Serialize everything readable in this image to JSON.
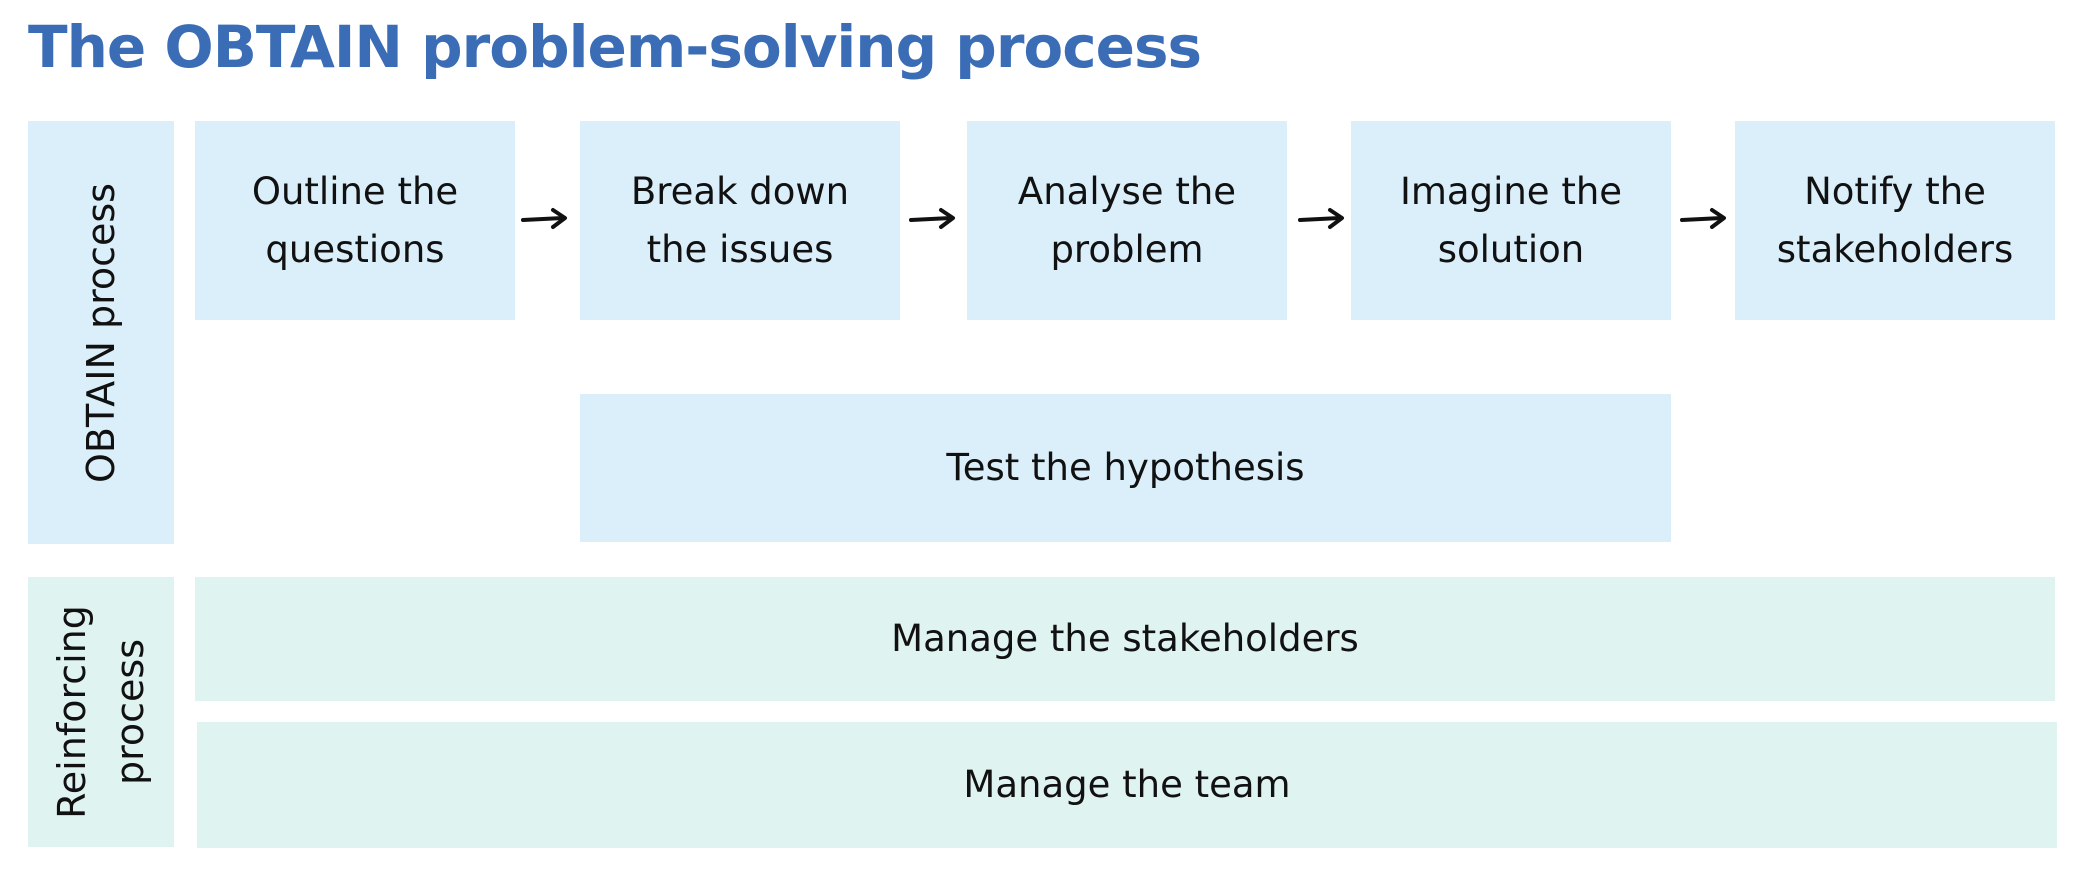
{
  "title": "The OBTAIN problem-solving process",
  "colors": {
    "title": "#3a6db5",
    "obtain_box": "#dbeffb",
    "reinforcing_box": "#dff3f1",
    "text": "#111111",
    "arrow": "#111111"
  },
  "obtain": {
    "label": "OBTAIN process",
    "steps": [
      {
        "line1": "Outline the",
        "line2": "questions"
      },
      {
        "line1": "Break down",
        "line2": "the issues"
      },
      {
        "line1": "Analyse the",
        "line2": "problem"
      },
      {
        "line1": "Imagine the",
        "line2": "solution"
      },
      {
        "line1": "Notify the",
        "line2": "stakeholders"
      }
    ],
    "hypothesis": "Test the hypothesis"
  },
  "reinforcing": {
    "label_line1": "Reinforcing",
    "label_line2": "process",
    "items": [
      "Manage the stakeholders",
      "Manage the team"
    ]
  }
}
